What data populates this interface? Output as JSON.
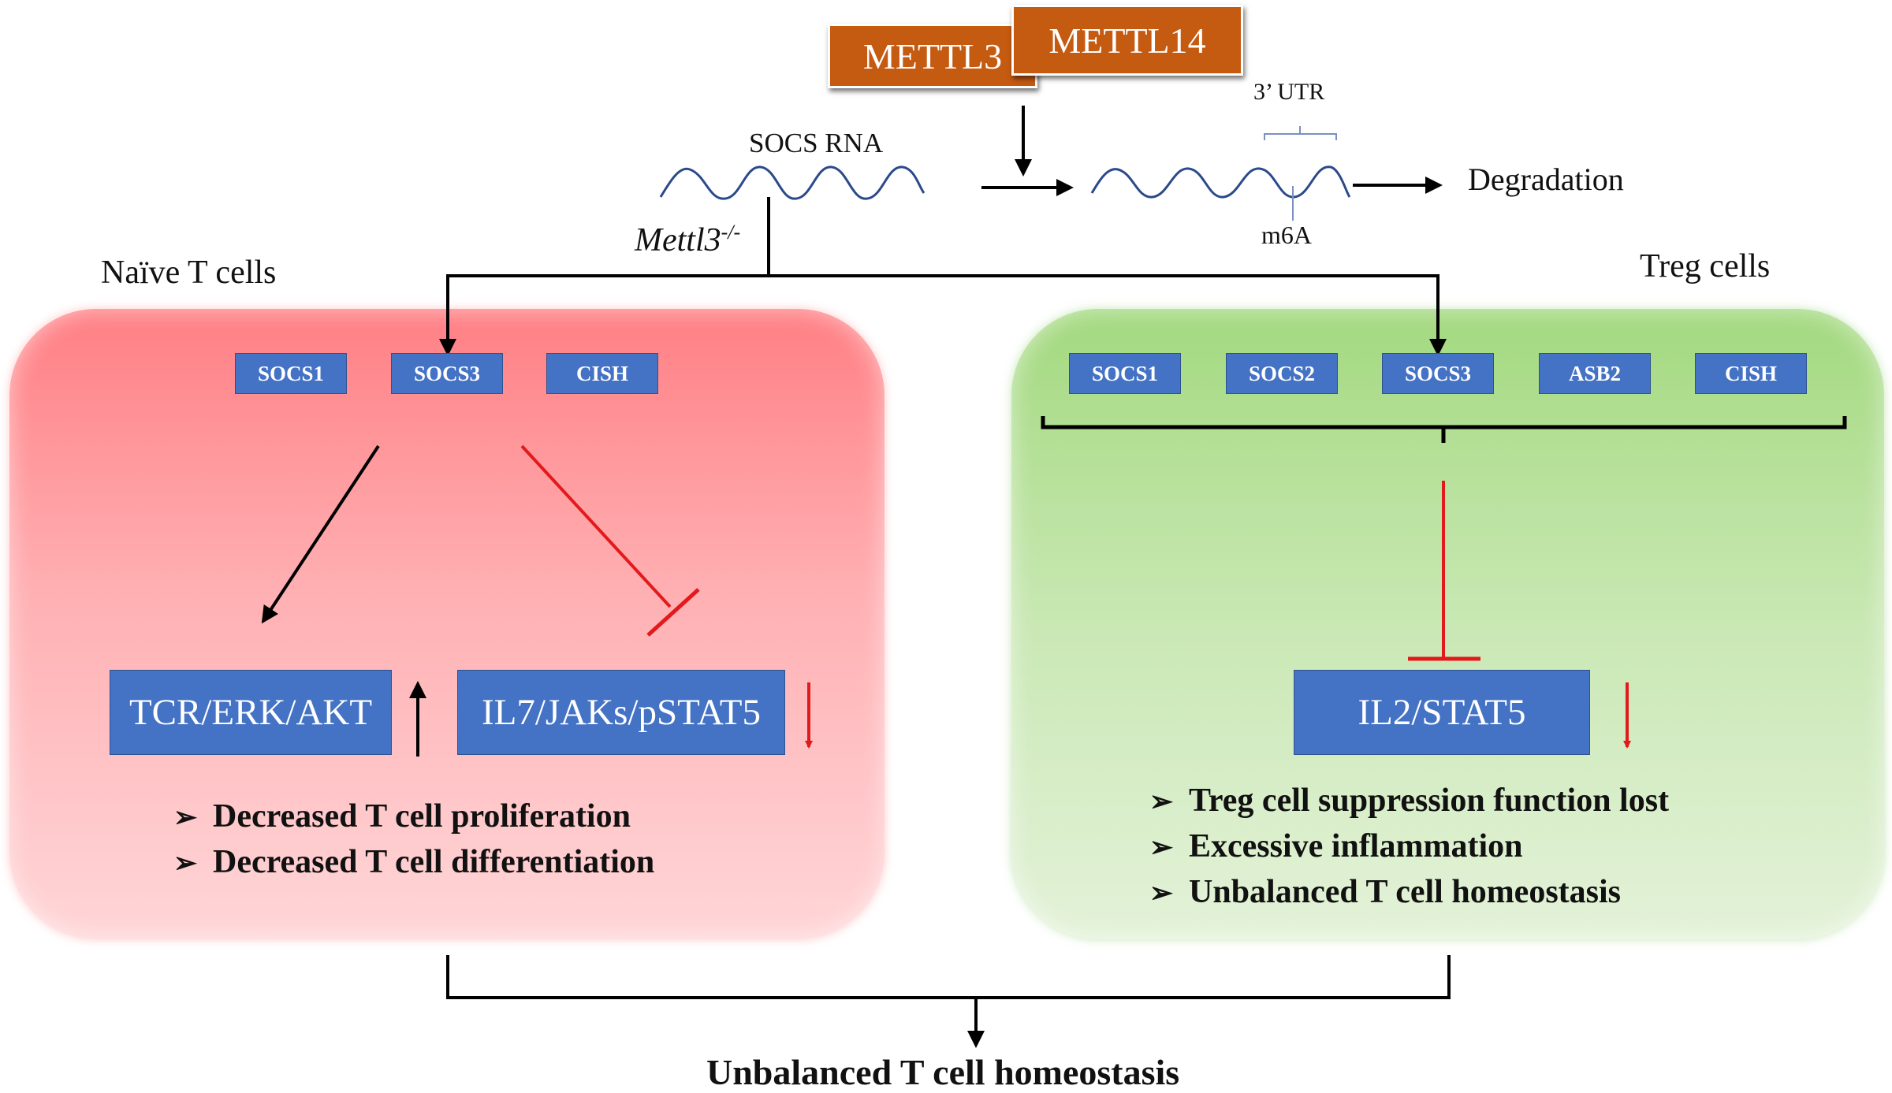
{
  "enzymes": [
    "METTL3",
    "METTL14"
  ],
  "rna": {
    "label": "SOCS RNA",
    "utr_label": "3’ UTR",
    "modification_label": "m6A",
    "outcome": "Degradation",
    "knockout_base": "Mettl3",
    "knockout_sup": "-/-"
  },
  "naive": {
    "title": "Naïve T cells",
    "genes": [
      "SOCS1",
      "SOCS3",
      "CISH"
    ],
    "pathway_up": "TCR/ERK/AKT",
    "pathway_down": "IL7/JAKs/pSTAT5",
    "effects": [
      "Decreased T cell proliferation",
      "Decreased T cell differentiation"
    ]
  },
  "treg": {
    "title": "Treg cells",
    "genes": [
      "SOCS1",
      "SOCS2",
      "SOCS3",
      "ASB2",
      "CISH"
    ],
    "pathway": "IL2/STAT5",
    "effects": [
      "Treg cell suppression function lost",
      "Excessive inflammation",
      "Unbalanced T cell homeostasis"
    ]
  },
  "conclusion": "Unbalanced T cell homeostasis",
  "colors": {
    "box_blue": "#4472c4",
    "enzyme_orange": "#c55a11",
    "inhibit_red": "#e31a1c",
    "naive_panel": "#ff8a8e",
    "treg_panel": "#b5df98",
    "rna_wave": "#2b4a8a"
  }
}
